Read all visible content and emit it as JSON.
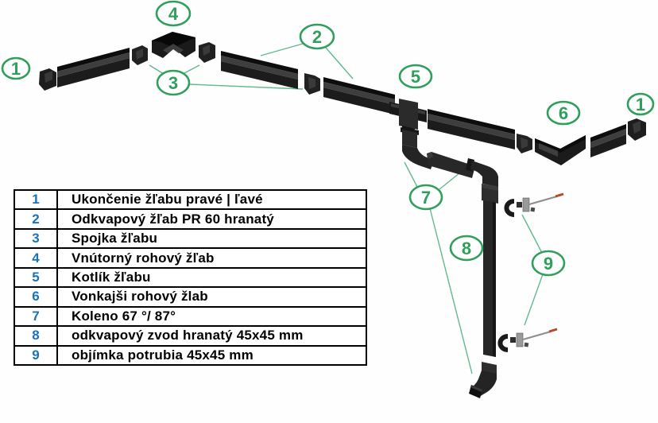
{
  "diagram": {
    "description": "Exploded view of square rain gutter system parts",
    "callouts": {
      "c1_left": "1",
      "c2": "2",
      "c3": "3",
      "c4": "4",
      "c5": "5",
      "c6": "6",
      "c1_right": "1",
      "c7": "7",
      "c8": "8",
      "c9": "9"
    },
    "colors": {
      "callout_green": "#2f9f5b",
      "leader_green": "#62b98f",
      "part_black": "#1c1c1c",
      "part_inner_gray": "#3e3e3e",
      "bracket_plate_gray": "#9a9a9a",
      "screw_tip_orange": "#b44a26"
    }
  },
  "legend": {
    "number_color": "#1a72b8",
    "rows": [
      {
        "num": "1",
        "label": "Ukončenie žľabu pravé | ľavé"
      },
      {
        "num": "2",
        "label": "Odkvapový žľab PR 60 hranatý"
      },
      {
        "num": "3",
        "label": "Spojka žľabu"
      },
      {
        "num": "4",
        "label": "Vnútorný rohový žľab"
      },
      {
        "num": "5",
        "label": "Kotlík žľabu"
      },
      {
        "num": "6",
        "label": "Vonkajši rohový žlab"
      },
      {
        "num": "7",
        "label": "Koleno 67 °/ 87°"
      },
      {
        "num": "8",
        "label": "odkvapový zvod hranatý 45x45 mm"
      },
      {
        "num": "9",
        "label": "objímka potrubia 45x45 mm"
      }
    ]
  }
}
